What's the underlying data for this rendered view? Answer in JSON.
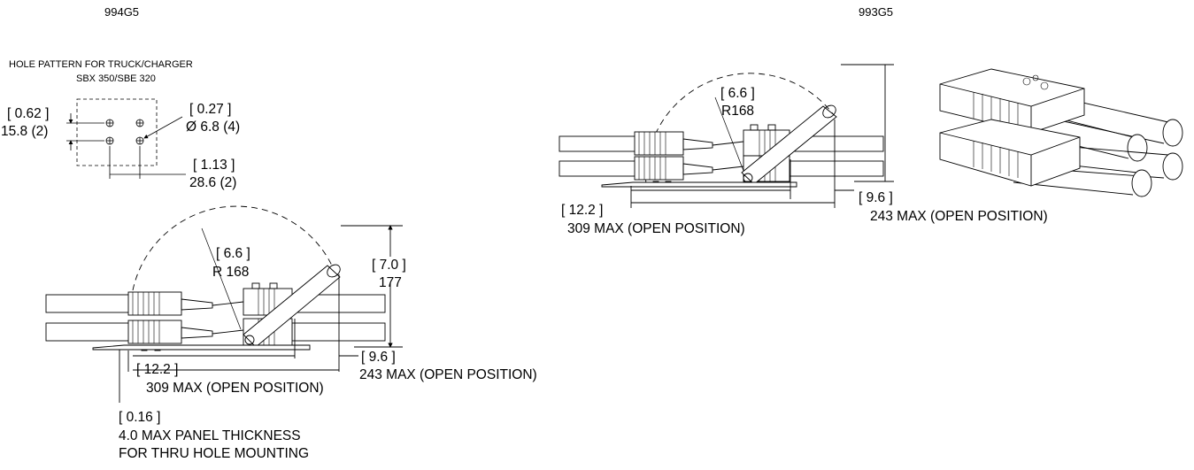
{
  "left": {
    "model": "994G5",
    "hole_pattern": {
      "title": "HOLE PATTERN FOR TRUCK/CHARGER",
      "subtitle": "SBX 350/SBE 320",
      "vspacing_in": "[ 0.62 ]",
      "vspacing_mm": "15.8 (2)",
      "hole_dia_in": "[ 0.27 ]",
      "hole_dia_mm": "Ø 6.8 (4)",
      "hspacing_in": "[ 1.13 ]",
      "hspacing_mm": "28.6 (2)"
    },
    "side_view": {
      "radius_in": "[ 6.6 ]",
      "radius_mm": "R 168",
      "height_in": "[ 7.0 ]",
      "height_mm": "177",
      "width_in": "[ 9.6 ]",
      "width_mm": "243  MAX (OPEN POSITION)",
      "length_in": "[ 12.2 ]",
      "length_mm": "309  MAX (OPEN POSITION)",
      "panel_in": "[ 0.16 ]",
      "panel_line1": "4.0 MAX PANEL THICKNESS",
      "panel_line2": "FOR THRU HOLE MOUNTING"
    }
  },
  "right": {
    "model": "993G5",
    "side_view": {
      "radius_in": "[ 6.6 ]",
      "radius_mm": "R168",
      "width_in": "[ 9.6 ]",
      "width_mm": "243  MAX (OPEN POSITION)",
      "length_in": "[ 12.2 ]",
      "length_mm": "309  MAX (OPEN POSITION)"
    }
  }
}
